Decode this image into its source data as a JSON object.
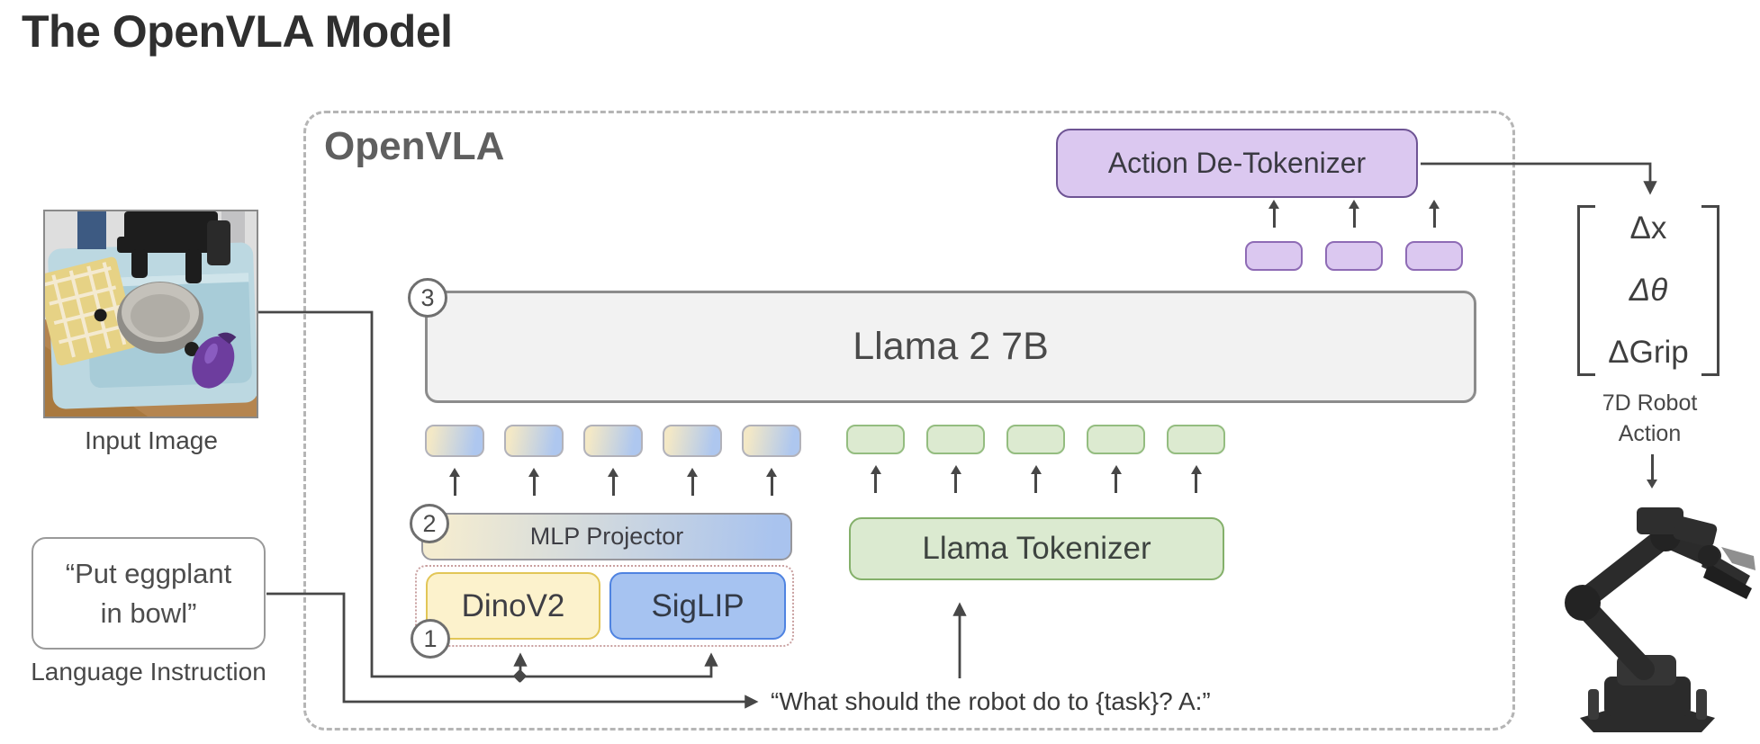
{
  "page": {
    "title": "The OpenVLA Model"
  },
  "diagram": {
    "container_label": "OpenVLA",
    "action_detokenizer_label": "Action De-Tokenizer",
    "llm_label": "Llama 2 7B",
    "mlp_projector_label": "MLP Projector",
    "dino_label": "DinoV2",
    "siglip_label": "SigLIP",
    "llama_tokenizer_label": "Llama Tokenizer",
    "prompt_text": "“What should the robot do to {task}? A:”",
    "steps": {
      "one": "1",
      "two": "2",
      "three": "3"
    },
    "tokens": {
      "vision_count": 5,
      "text_count": 5,
      "action_count": 3
    }
  },
  "inputs": {
    "input_image_caption": "Input Image",
    "language_instruction_line1": "“Put eggplant",
    "language_instruction_line2": "in bowl”",
    "language_caption": "Language Instruction"
  },
  "output": {
    "action_vector_rows": [
      "Δx",
      "Δθ",
      "ΔGrip"
    ],
    "caption_line1": "7D Robot",
    "caption_line2": "Action"
  },
  "colors": {
    "purple_fill": "#dbc8f0",
    "purple_border": "#6e5494",
    "green_fill": "#dcead0",
    "green_border": "#84b06a",
    "yellow_fill": "#fcf2cc",
    "yellow_border": "#e2c657",
    "blue_fill": "#a6c3f1",
    "blue_border": "#4f83e1",
    "gray_fill": "#f2f2f2",
    "line_color": "#474747"
  }
}
